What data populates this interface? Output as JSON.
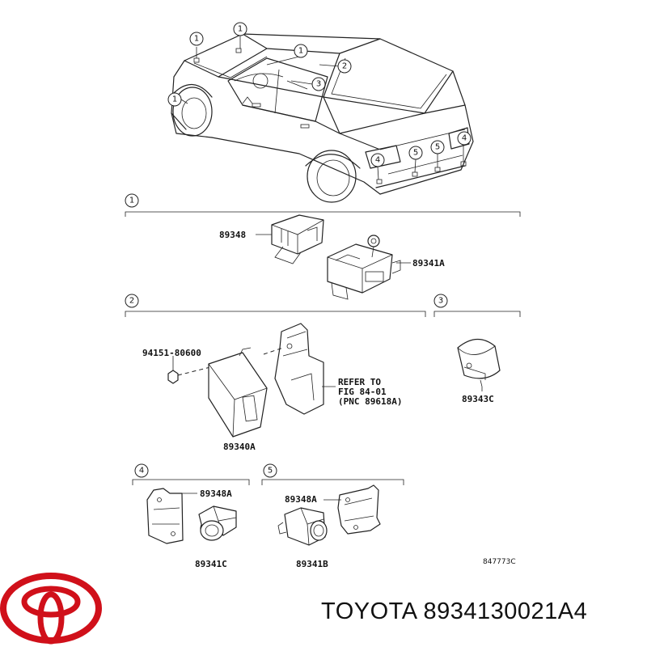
{
  "diagram": {
    "callouts": [
      "1",
      "2",
      "3",
      "4",
      "5"
    ],
    "part_labels": {
      "p89348": "89348",
      "p89341A": "89341A",
      "p94151": "94151-80600",
      "p89340A": "89340A",
      "p89343C": "89343C",
      "p89348A_4": "89348A",
      "p89341C": "89341C",
      "p89348A_5": "89348A",
      "p89341B": "89341B"
    },
    "refer_note": [
      "REFER TO",
      "FIG 84-01",
      "(PNC 89618A)"
    ],
    "figure_code": "847773C"
  },
  "footer": {
    "brand_caption": "TOYOTA 8934130021A4",
    "logo_color": "#d0101a"
  }
}
